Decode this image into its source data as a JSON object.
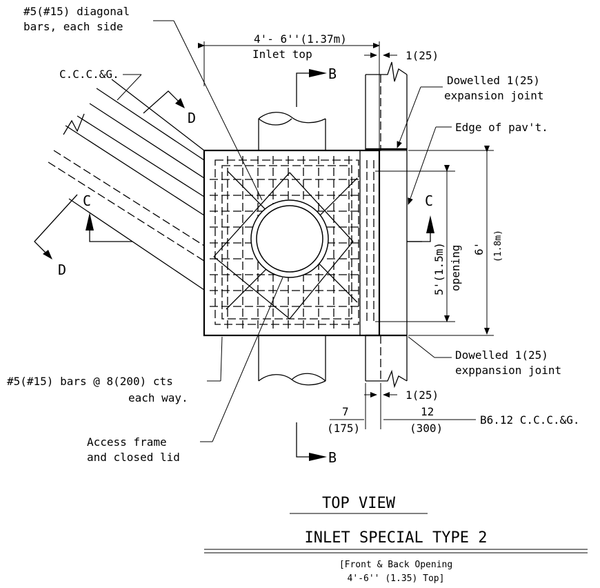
{
  "labels": {
    "diag_bars_1": "#5(#15) diagonal",
    "diag_bars_2": "bars, each side",
    "ccc_left": "C.C.C.&G.",
    "top_width": "4'- 6''(1.37m)",
    "inlet_top": "Inlet top",
    "joint_top_dim": "1(25)",
    "dowelled_top_1": "Dowelled 1(25)",
    "dowelled_top_2": "expansion joint",
    "edge_pavt": "Edge of pav't.",
    "opening_dim": "5'(1.5m)",
    "opening_word": "opening",
    "six_ft": "6'",
    "six_ft_m": "(1.8m)",
    "dowelled_bot_1": "Dowelled 1(25)",
    "dowelled_bot_2": "exppansion joint",
    "bars_1": "#5(#15) bars @ 8(200) cts",
    "bars_2": "each way.",
    "joint_bot_dim": "1(25)",
    "dim_7": "7",
    "dim_175": "(175)",
    "dim_12": "12",
    "dim_300": "(300)",
    "b612": "B6.12 C.C.C.&G.",
    "access_1": "Access frame",
    "access_2": "and closed lid",
    "sec_b_top": "B",
    "sec_b_bot": "B",
    "sec_c_left": "C",
    "sec_c_right": "C",
    "sec_d_top": "D",
    "sec_d_bot": "D"
  },
  "titles": {
    "view": "TOP VIEW",
    "name": "INLET SPECIAL TYPE 2",
    "note_1": "[Front & Back Opening",
    "note_2": "4'-6'' (1.35) Top]"
  }
}
